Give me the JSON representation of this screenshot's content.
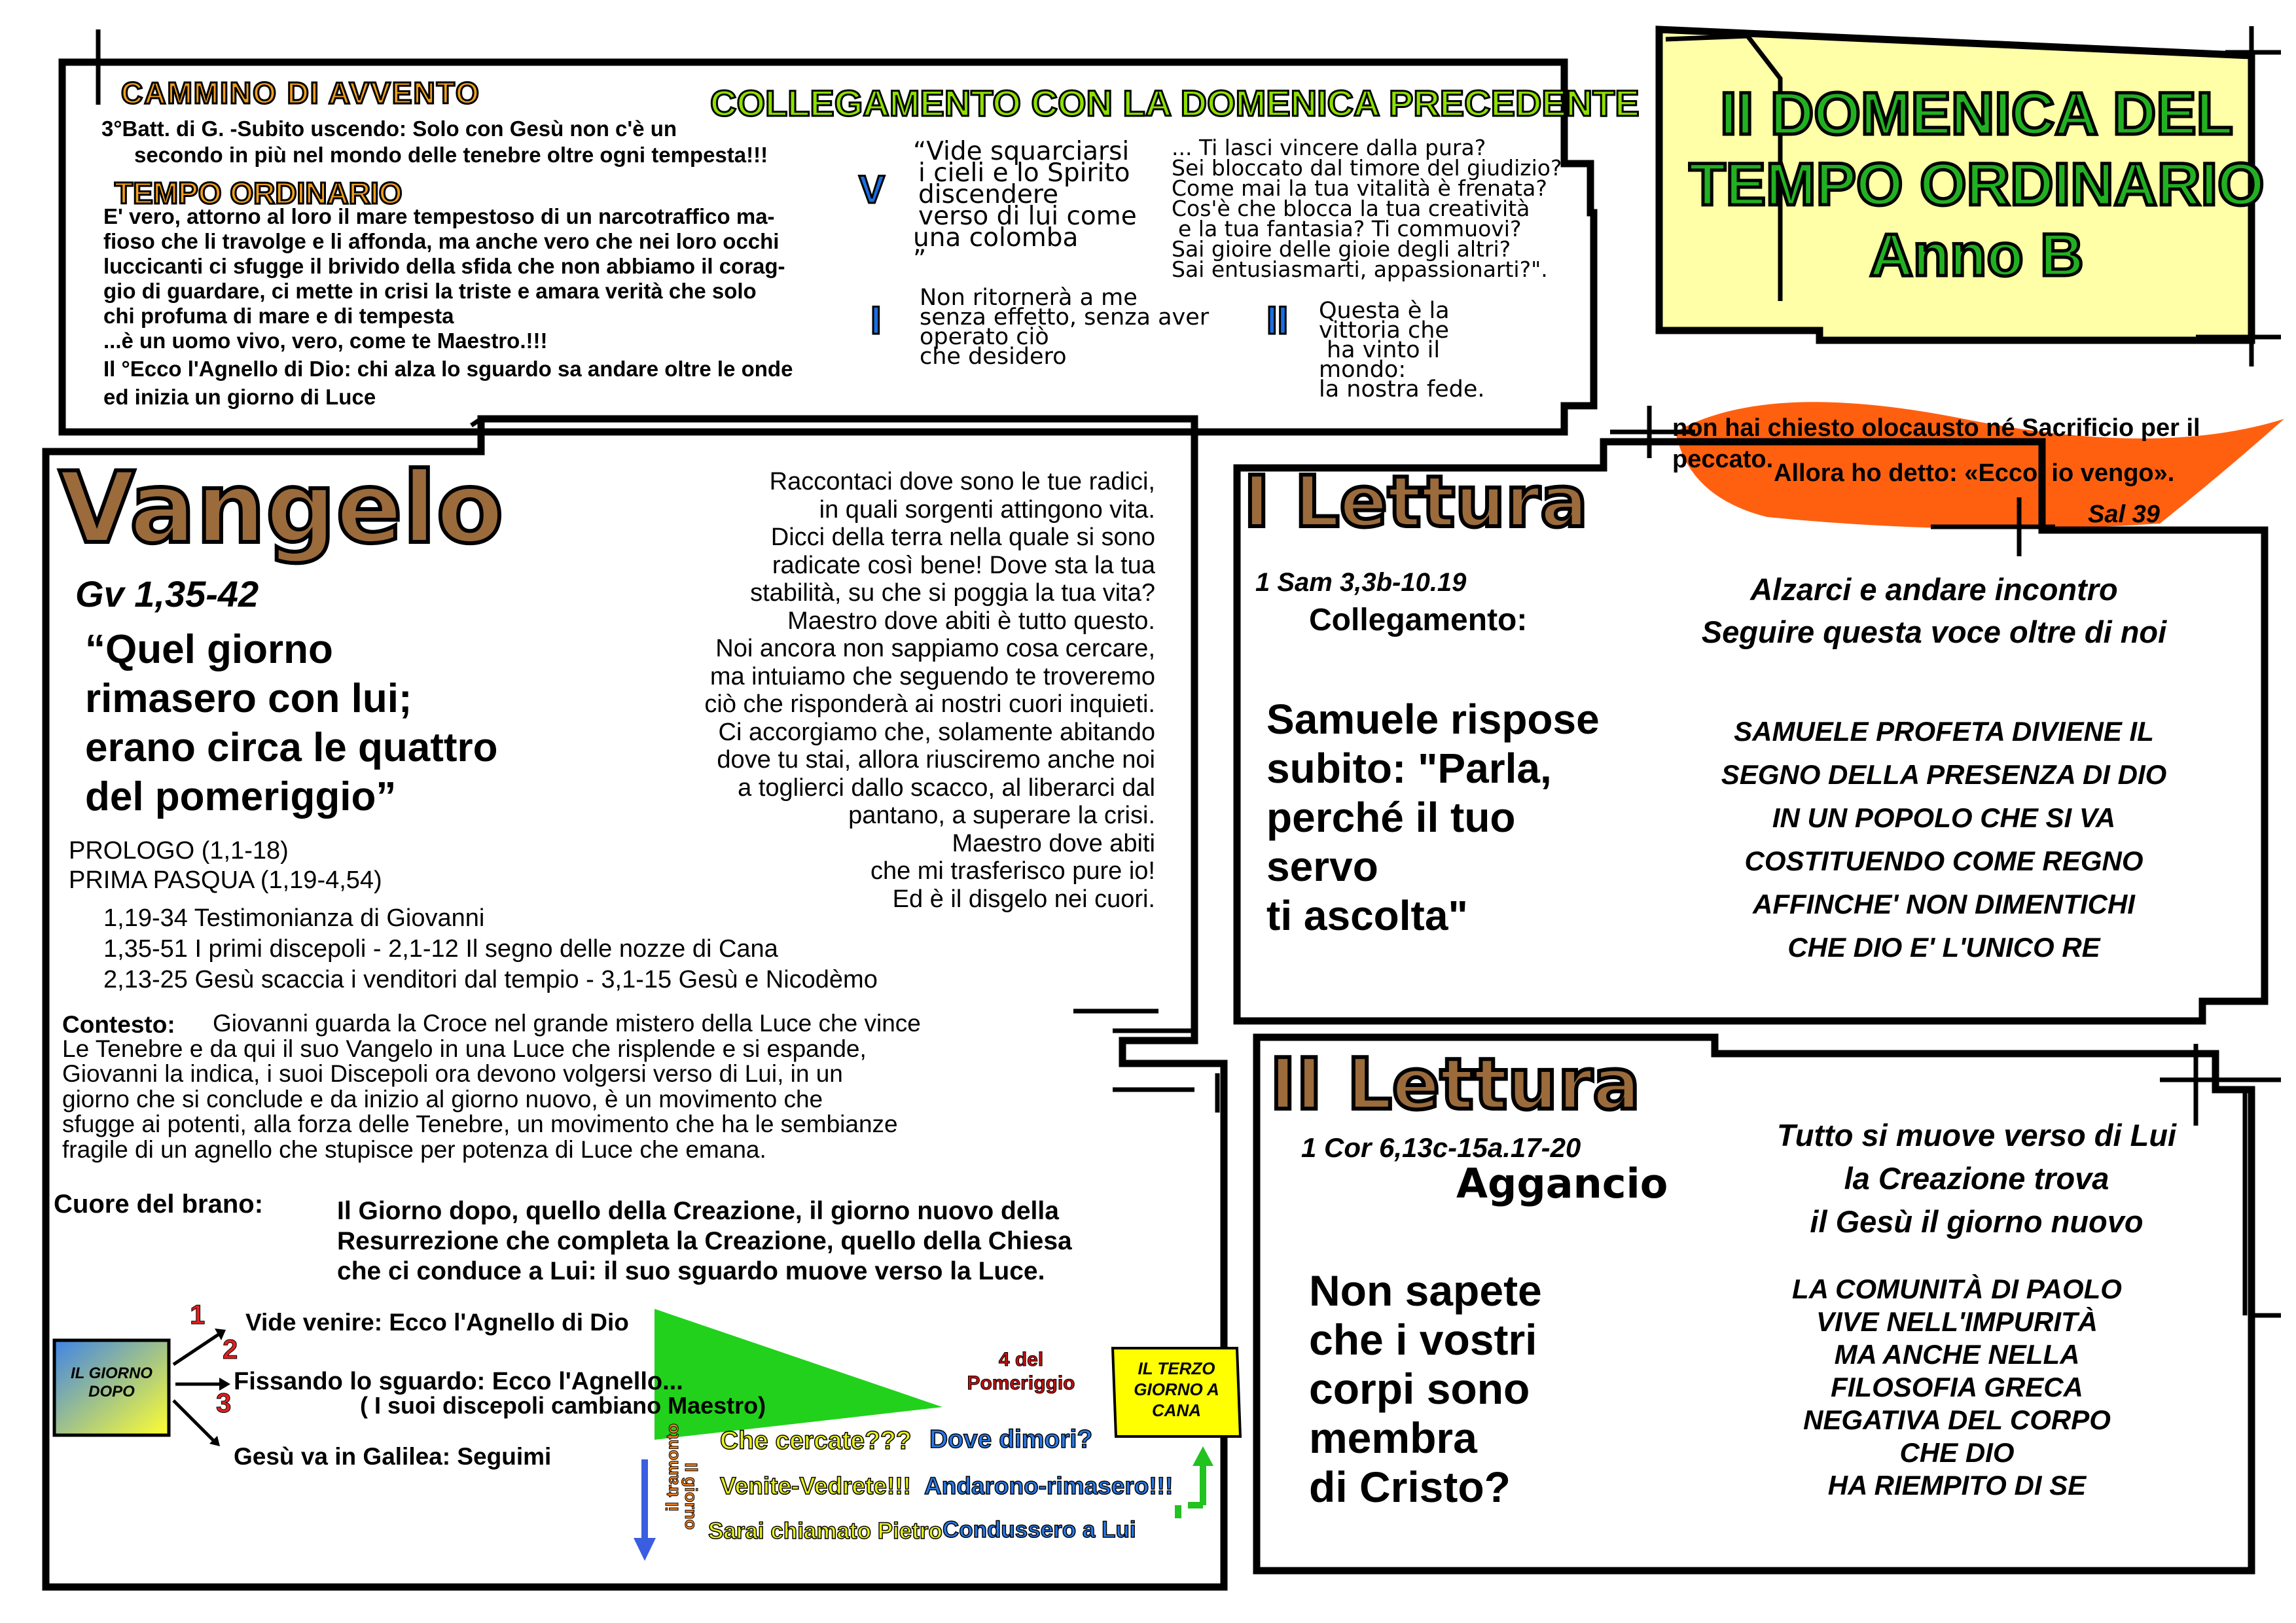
{
  "colors": {
    "top_grad_a": "#22c21f",
    "top_grad_b": "#ffff00",
    "vangelo_bg_a": "#f7ff4f",
    "vangelo_bg_b": "#c6ff9e",
    "lettura1_bg": "#1ea3e8",
    "lettura2_bg": "#f6a078",
    "title_bg": "#ffffa0",
    "flame": "#ff5a0a",
    "green_wedge": "#22d11c",
    "blue_box": "#3f84e6",
    "brown_title": "#9b6b3c"
  },
  "top": {
    "cammino": "CAMMINO DI AVVENTO",
    "collegamento": "COLLEGAMENTO CON LA DOMENICA PRECEDENTE",
    "batt_line1": "3°Batt. di G. -Subito uscendo: Solo con Gesù non c'è un",
    "batt_line2": "secondo in più nel mondo delle tenebre oltre ogni tempesta!!!",
    "tempo": "TEMPO ORDINARIO",
    "para_lines": [
      "E' vero, attorno al loro il mare tempestoso di un narcotraffico ma-",
      "fioso che li travolge e li affonda, ma anche vero che nei loro occhi",
      "luccicanti ci sfugge il brivido della sfida che non abbiamo il corag-",
      "gio di guardare, ci mette in crisi la triste e amara verità che solo",
      "chi profuma di mare e di tempesta"
    ],
    "uomo": "...è un uomo vivo, vero, come te Maestro.!!!",
    "ecco_line1": "Il °Ecco l'Agnello di Dio: chi alza lo sguardo sa andare oltre le onde",
    "ecco_line2": "ed inizia un giorno di Luce",
    "mark_v": "V",
    "mark_i": "I",
    "mark_ii": "II",
    "quote_v": [
      "“Vide squarciarsi",
      "i cieli e lo Spirito",
      "discendere",
      "verso di lui come",
      "una colomba",
      "”"
    ],
    "quote_i": [
      "Non ritornerà a me",
      "senza effetto, senza aver",
      "operato ciò",
      "che desidero"
    ],
    "quote_ii": [
      "Questa è la",
      "vittoria che",
      "ha vinto il",
      "mondo:",
      "la nostra fede."
    ],
    "questions": [
      "... Ti lasci vincere dalla pura?",
      "Sei bloccato dal timore del giudizio?",
      "Come mai la tua vitalità è frenata?",
      "Cos'è che blocca la tua creatività",
      "e la tua fantasia?  Ti commuovi?",
      "Sai gioire delle gioie degli altri?",
      "Sai entusiasmarti, appassionarti?\"."
    ]
  },
  "title": {
    "lines": [
      "II DOMENICA DEL",
      "TEMPO ORDINARIO",
      "Anno B"
    ]
  },
  "salmo": {
    "line1": "non hai chiesto olocausto né Sacrificio per il peccato.",
    "line2": "Allora ho detto: «Ecco, io vengo».",
    "ref": "Sal 39"
  },
  "vangelo": {
    "title": "Vangelo",
    "ref": "Gv 1,35-42",
    "quote": [
      "“Quel giorno",
      "rimasero con lui;",
      "erano circa le quattro",
      "del pomeriggio”"
    ],
    "poem": [
      "Raccontaci dove sono le tue radici,",
      "in quali sorgenti attingono vita.",
      "Dicci della terra nella quale si sono",
      "radicate così bene! Dove sta la tua",
      "stabilità, su che si poggia la tua vita?",
      "Maestro dove abiti è tutto questo.",
      "Noi ancora non sappiamo cosa cercare,",
      "ma intuiamo che seguendo te troveremo",
      "ciò che risponderà ai nostri cuori inquieti.",
      "Ci accorgiamo che, solamente abitando",
      "dove tu stai, allora riusciremo anche noi",
      "a toglierci dallo scacco, al liberarci dal",
      "pantano, a superare la crisi.",
      "Maestro dove abiti",
      "che mi trasferisco pure io!",
      "Ed è il disgelo nei cuori."
    ],
    "structure": [
      "PROLOGO (1,1-18)",
      "PRIMA PASQUA (1,19-4,54)"
    ],
    "sub": [
      "1,19-34 Testimonianza di Giovanni",
      "1,35-51 I primi discepoli - 2,1-12 Il segno delle nozze di Cana",
      "2,13-25 Gesù scaccia i venditori dal tempio - 3,1-15 Gesù e Nicodèmo"
    ],
    "contesto_label": "Contesto:",
    "contesto": [
      "Giovanni guarda la Croce nel grande mistero della Luce che vince",
      "Le Tenebre e da qui il suo Vangelo in una Luce che risplende e si espande,",
      "Giovanni la indica, i suoi Discepoli ora devono volgersi verso di Lui, in un",
      "giorno che si conclude e da inizio al giorno nuovo, è un movimento che",
      "sfugge ai potenti, alla forza delle Tenebre, un movimento che ha le sembianze",
      "fragile di un agnello che stupisce per potenza di Luce che emana."
    ],
    "cuore_label": "Cuore del brano:",
    "cuore": [
      "Il Giorno dopo, quello della Creazione, il giorno nuovo della",
      "Resurrezione che completa la Creazione, quello della Chiesa",
      "che ci conduce a Lui: il suo sguardo muove verso la Luce."
    ],
    "giorno_dopo": [
      "IL GIORNO",
      "DOPO"
    ],
    "nums": [
      "1",
      "2",
      "3"
    ],
    "steps": [
      "Vide venire: Ecco l'Agnello di Dio",
      "Fissando lo sguardo: Ecco l'Agnello...",
      "( I suoi discepoli cambiano Maestro)",
      "Gesù va in Galilea: Seguimi"
    ],
    "quattro": [
      "4 del",
      "Pomeriggio"
    ],
    "terzo": [
      "IL TERZO",
      "GIORNO A",
      "CANA"
    ],
    "vertical_left": "il tramonto",
    "vertical_right": "Il giorno",
    "words": [
      "Che cercate???",
      "Dove dimori?",
      "Venite-Vedrete!!!",
      "Andarono-rimasero!!!",
      "Sarai chiamato Pietro",
      "Condussero a Lui"
    ]
  },
  "lettura1": {
    "title": "I Lettura",
    "ref": "1 Sam 3,3b-10.19",
    "coll": "Collegamento:",
    "coll_text": [
      "Alzarci e andare incontro",
      "Seguire questa voce oltre di noi"
    ],
    "quote": [
      "Samuele rispose",
      "subito: \"Parla,",
      "perché il tuo",
      "servo",
      "ti ascolta\""
    ],
    "caps": [
      "SAMUELE PROFETA DIVIENE IL",
      "SEGNO DELLA PRESENZA DI DIO",
      "IN UN POPOLO CHE SI VA",
      "COSTITUENDO COME REGNO",
      "AFFINCHE' NON DIMENTICHI",
      "CHE DIO E' L'UNICO RE"
    ]
  },
  "lettura2": {
    "title": "II Lettura",
    "ref": "1 Cor 6,13c-15a.17-20",
    "agg": "Aggancio",
    "agg_text": [
      "Tutto si muove verso di Lui",
      "la Creazione trova",
      "il Gesù il giorno nuovo"
    ],
    "quote": [
      "Non sapete",
      "che i vostri",
      "corpi sono",
      "membra",
      "di Cristo?"
    ],
    "caps": [
      "LA COMUNITÀ DI PAOLO",
      "VIVE NELL'IMPURITÀ",
      "MA ANCHE NELLA",
      "FILOSOFIA GRECA",
      "NEGATIVA DEL CORPO",
      "CHE DIO",
      "HA RIEMPITO DI SE"
    ]
  }
}
